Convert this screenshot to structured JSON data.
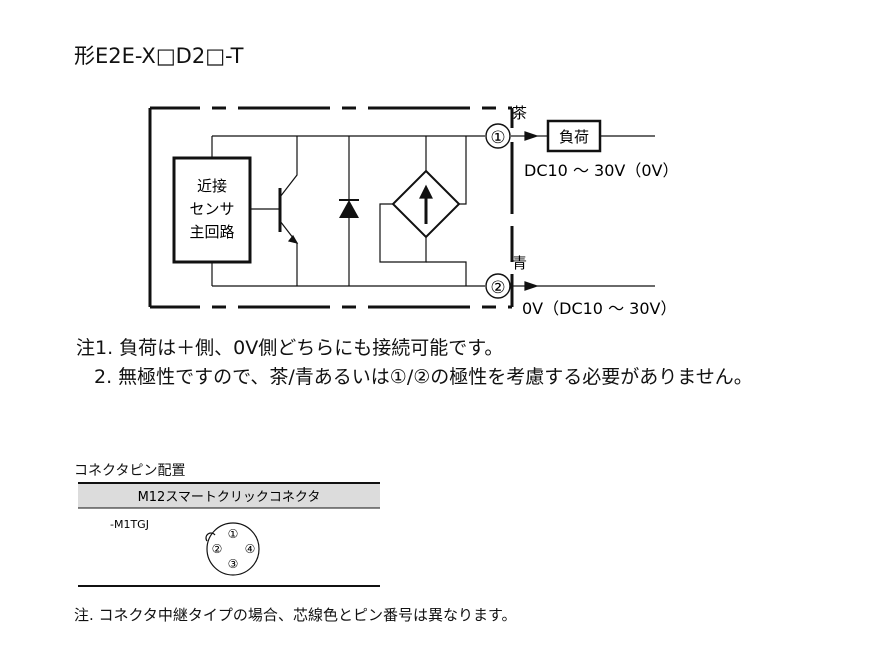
{
  "title": "形E2E-X□D2□-T",
  "circuit": {
    "main_circuit_label": [
      "近接",
      "センサ",
      "主回路"
    ],
    "terminal_1": "①",
    "terminal_2": "②",
    "wire_1_color": "茶",
    "wire_2_color": "青",
    "load_label": "負荷",
    "supply_1": "DC10 ～ 30V（0V）",
    "supply_2": "0V（DC10 ～ 30V）"
  },
  "notes": [
    "注1. 負荷は＋側、0V側どちらにも接続可能です。",
    "2. 無極性ですので、茶/青あるいは①/②の極性を考慮する必要がありません。"
  ],
  "connector": {
    "heading": "コネクタピン配置",
    "table_header": "M12スマートクリックコネクタ",
    "model": "-M1TGJ",
    "pins": [
      "①",
      "②",
      "③",
      "④"
    ]
  },
  "footer_note": "注. コネクタ中継タイプの場合、芯線色とピン番号は異なります。"
}
